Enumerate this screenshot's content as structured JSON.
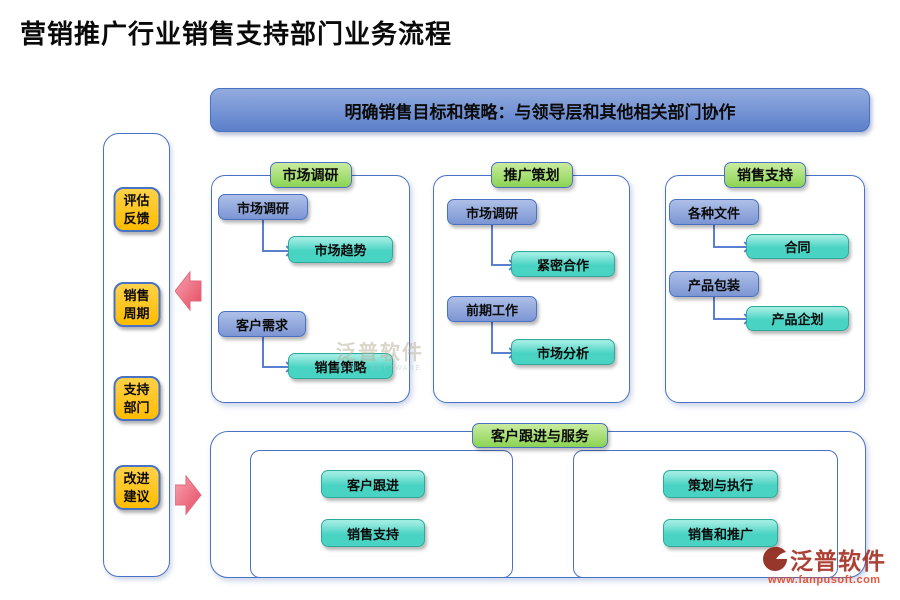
{
  "title": "营销推广行业销售支持部门业务流程",
  "banner": {
    "text": "明确销售目标和策略：与领导层和其他相关部门协作"
  },
  "rail": {
    "items": [
      {
        "lines": [
          "评估",
          "反馈"
        ]
      },
      {
        "lines": [
          "销售",
          "周期"
        ]
      },
      {
        "lines": [
          "支持",
          "部门"
        ]
      },
      {
        "lines": [
          "改进",
          "建议"
        ]
      }
    ]
  },
  "panels": [
    {
      "header": "市场调研",
      "pairs": [
        {
          "parent": "市场调研",
          "child": "市场趋势"
        },
        {
          "parent": "客户需求",
          "child": "销售策略"
        }
      ]
    },
    {
      "header": "推广策划",
      "pairs": [
        {
          "parent": "市场调研",
          "child": "紧密合作"
        },
        {
          "parent": "前期工作",
          "child": "市场分析"
        }
      ]
    },
    {
      "header": "销售支持",
      "pairs": [
        {
          "parent": "各种文件",
          "child": "合同"
        },
        {
          "parent": "产品包装",
          "child": "产品企划"
        }
      ]
    }
  ],
  "bottom": {
    "header": "客户跟进与服务",
    "left_items": [
      "客户跟进",
      "销售支持"
    ],
    "right_items": [
      "策划与执行",
      "销售和推广"
    ]
  },
  "watermark": {
    "text": "泛普软件",
    "subtext": "FANPU SOFTWARE"
  },
  "logo": {
    "name": "泛普软件",
    "url": "www.fanpusoft.com"
  },
  "colors": {
    "border_blue": "#4A72C4",
    "banner_blue": "#7E99D6",
    "header_green": "#8BD353",
    "node_blue": "#7C95D3",
    "node_teal": "#49D3C3",
    "rail_orange": "#FFC000",
    "arrow_pink": "#E84A60",
    "logo_red": "#A63226"
  }
}
